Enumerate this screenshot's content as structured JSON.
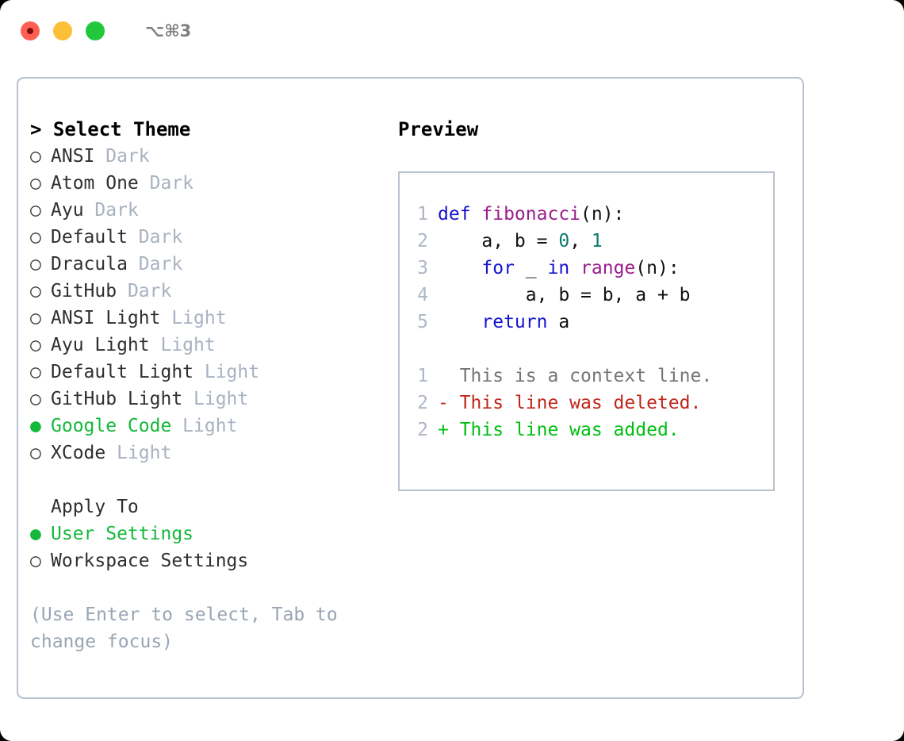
{
  "titlebar": {
    "shortcut": "⌥⌘3",
    "dots": [
      "close",
      "minimize",
      "maximize"
    ]
  },
  "theme_picker": {
    "header": "> Select Theme",
    "marker_selected": "●",
    "marker_unselected": "○",
    "items": [
      {
        "label": "ANSI",
        "tag": "Dark",
        "selected": false
      },
      {
        "label": "Atom One",
        "tag": "Dark",
        "selected": false
      },
      {
        "label": "Ayu",
        "tag": "Dark",
        "selected": false
      },
      {
        "label": "Default",
        "tag": "Dark",
        "selected": false
      },
      {
        "label": "Dracula",
        "tag": "Dark",
        "selected": false
      },
      {
        "label": "GitHub",
        "tag": "Dark",
        "selected": false
      },
      {
        "label": "ANSI Light",
        "tag": "Light",
        "selected": false
      },
      {
        "label": "Ayu Light",
        "tag": "Light",
        "selected": false
      },
      {
        "label": "Default Light",
        "tag": "Light",
        "selected": false
      },
      {
        "label": "GitHub Light",
        "tag": "Light",
        "selected": false
      },
      {
        "label": "Google Code",
        "tag": "Light",
        "selected": true
      },
      {
        "label": "XCode",
        "tag": "Light",
        "selected": false
      }
    ]
  },
  "apply_to": {
    "header": "Apply To",
    "items": [
      {
        "label": "User Settings",
        "selected": true
      },
      {
        "label": "Workspace Settings",
        "selected": false
      }
    ]
  },
  "hint": "(Use Enter to select, Tab to change focus)",
  "preview": {
    "header": "Preview",
    "code_lines": [
      {
        "no": "1",
        "tokens": [
          {
            "t": "def ",
            "c": "kw"
          },
          {
            "t": "fibonacci",
            "c": "fn"
          },
          {
            "t": "(n):",
            "c": "def"
          }
        ]
      },
      {
        "no": "2",
        "tokens": [
          {
            "t": "    a, b = ",
            "c": "def"
          },
          {
            "t": "0",
            "c": "num"
          },
          {
            "t": ", ",
            "c": "def"
          },
          {
            "t": "1",
            "c": "num"
          }
        ]
      },
      {
        "no": "3",
        "tokens": [
          {
            "t": "    ",
            "c": "def"
          },
          {
            "t": "for",
            "c": "kw"
          },
          {
            "t": " _ ",
            "c": "def"
          },
          {
            "t": "in",
            "c": "kw"
          },
          {
            "t": " ",
            "c": "def"
          },
          {
            "t": "range",
            "c": "fn"
          },
          {
            "t": "(n):",
            "c": "def"
          }
        ]
      },
      {
        "no": "4",
        "tokens": [
          {
            "t": "        a, b = b, a + b",
            "c": "def"
          }
        ]
      },
      {
        "no": "5",
        "tokens": [
          {
            "t": "    ",
            "c": "def"
          },
          {
            "t": "return",
            "c": "kw"
          },
          {
            "t": " a",
            "c": "def"
          }
        ]
      }
    ],
    "diff_lines": [
      {
        "no": "1",
        "tokens": [
          {
            "t": "  This is a context line.",
            "c": "ctx"
          }
        ]
      },
      {
        "no": "2",
        "tokens": [
          {
            "t": "- This line was deleted.",
            "c": "del"
          }
        ]
      },
      {
        "no": "2",
        "tokens": [
          {
            "t": "+ This line was added.",
            "c": "add"
          }
        ]
      }
    ]
  },
  "colors": {
    "accent_green": "#14b83a",
    "tag_gray": "#a8b2c1",
    "border": "#b9c2cf",
    "hint": "#9aa5b4",
    "keyword": "#1414cf",
    "function": "#9b1d8c",
    "number": "#0e7a6e",
    "diff_add": "#00bf12",
    "diff_del": "#c0261a"
  }
}
